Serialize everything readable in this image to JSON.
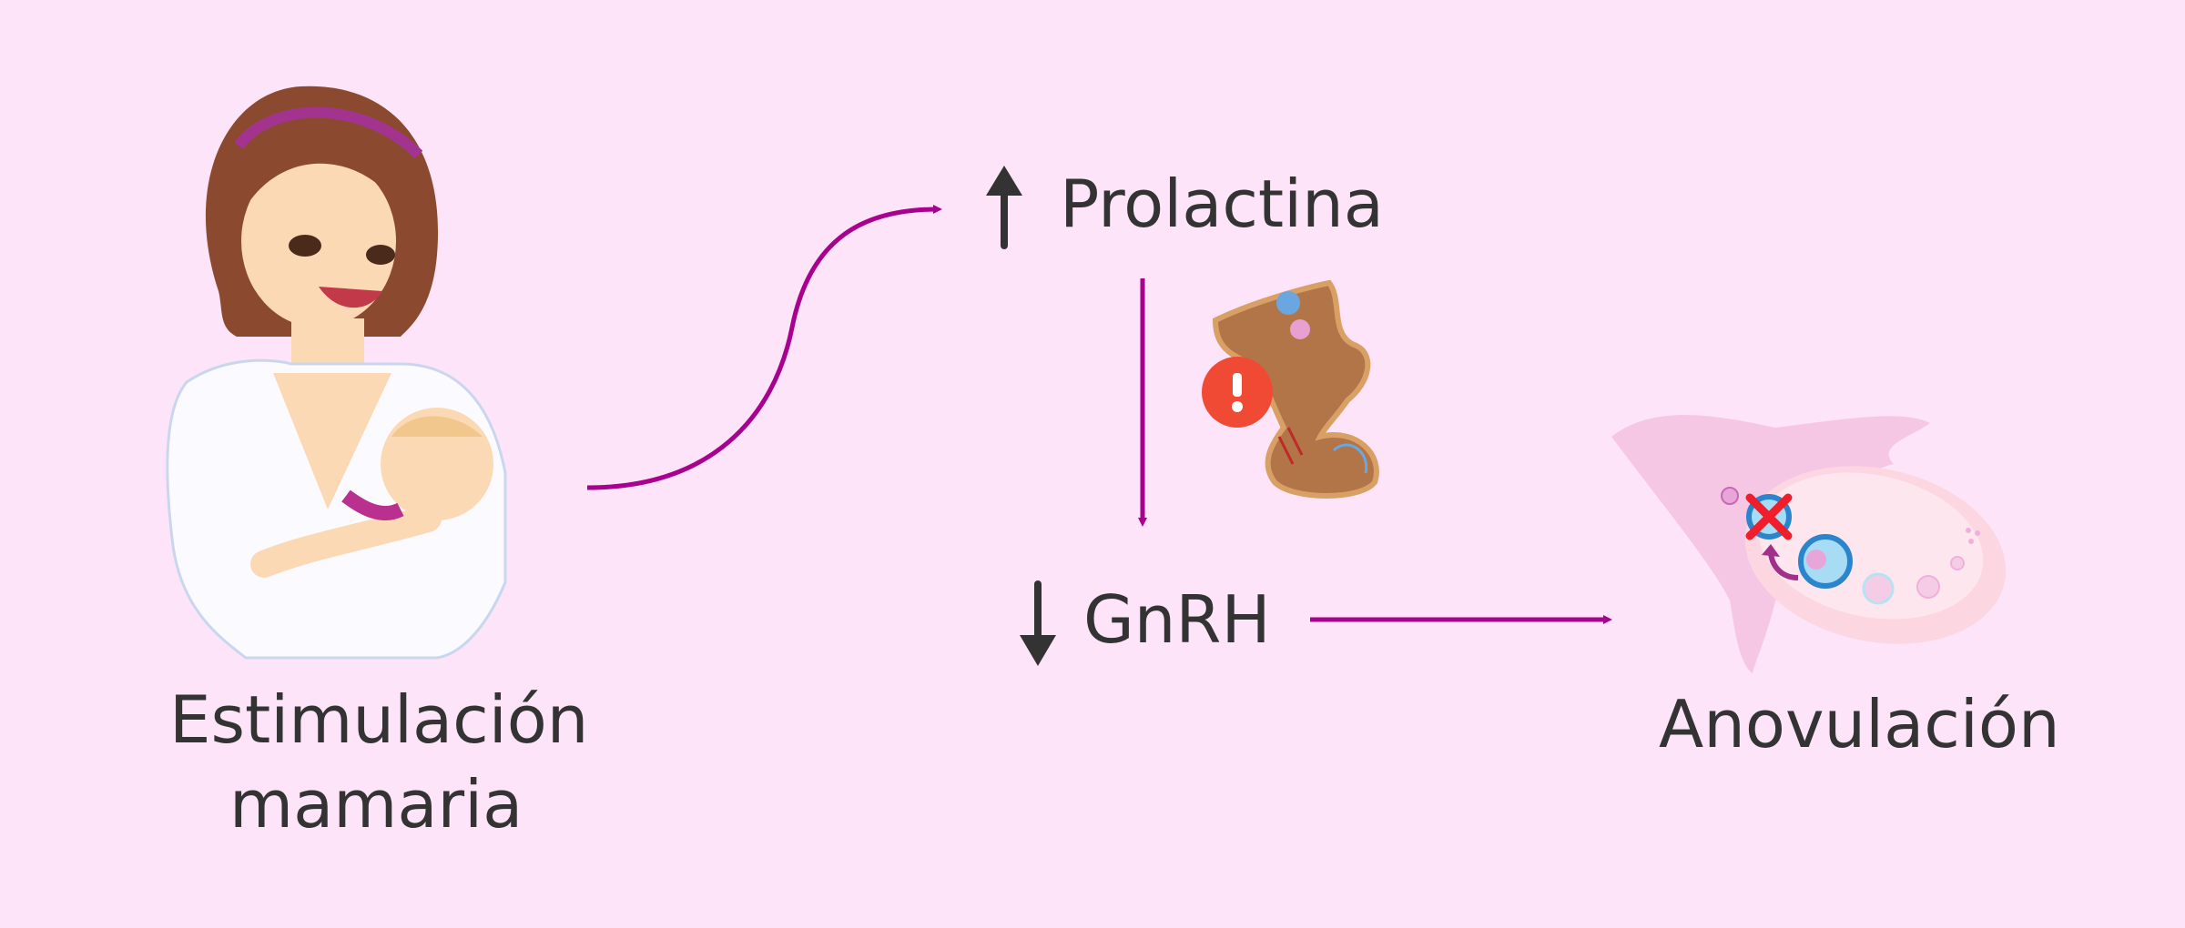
{
  "labels": {
    "stimulation_line1": "Estimulación",
    "stimulation_line2": "mamaria",
    "prolactin": "Prolactina",
    "gnrh": "GnRH",
    "anovulation": "Anovulación"
  },
  "indicators": {
    "prolactin_direction": "up-arrow-icon",
    "gnrh_direction": "down-arrow-icon",
    "warning": "exclamation-icon"
  },
  "colors": {
    "background": "#fde4f8",
    "arrow": "#a8008f",
    "text": "#333333",
    "warning": "#f04a35"
  }
}
